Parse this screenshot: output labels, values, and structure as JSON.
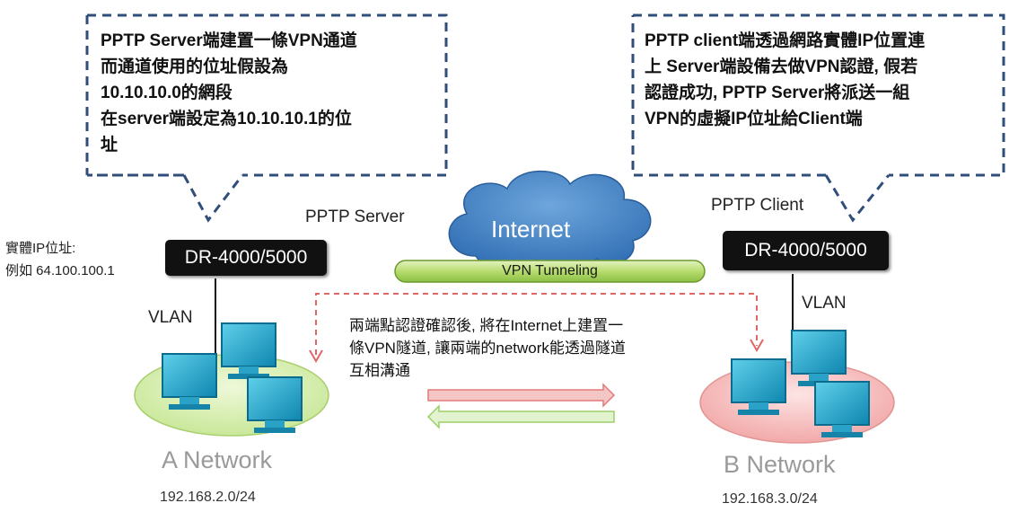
{
  "left_note": "PPTP Server端建置一條VPN通道\n而通道使用的位址假設為\n10.10.10.0的網段\n在server端設定為10.10.10.1的位\n址",
  "right_note": "PPTP client端透過網路實體IP位置連\n上 Server端設備去做VPN認證, 假若\n認證成功, PPTP Server將派送一組\nVPN的虛擬IP位址給Client端",
  "server_label": "PPTP Server",
  "client_label": "PPTP Client",
  "physical_ip_label": "實體IP位址:",
  "physical_ip_example": "例如 64.100.100.1",
  "device_left": "DR-4000/5000",
  "device_right": "DR-4000/5000",
  "vlan_left": "VLAN",
  "vlan_right": "VLAN",
  "internet": "Internet",
  "tunnel": "VPN Tunneling",
  "center_note": "兩端點認證確認後, 將在Internet上建置一\n條VPN隧道, 讓兩端的network能透過隧道\n互相溝通",
  "network_a": "A Network",
  "network_b": "B Network",
  "subnet_a": "192.168.2.0/24",
  "subnet_b": "192.168.3.0/24",
  "colors": {
    "callout_border": "#2f4e7a",
    "network_a_fill": "#d9efb5",
    "network_b_fill": "#f7c4c4",
    "tunnel_fill": "#b7dc6e",
    "cloud_fill": "#3e7fc4",
    "arrow_red": "#e27a7a",
    "arrow_green": "#9ccf6a",
    "monitor": "#1a9cc2"
  }
}
